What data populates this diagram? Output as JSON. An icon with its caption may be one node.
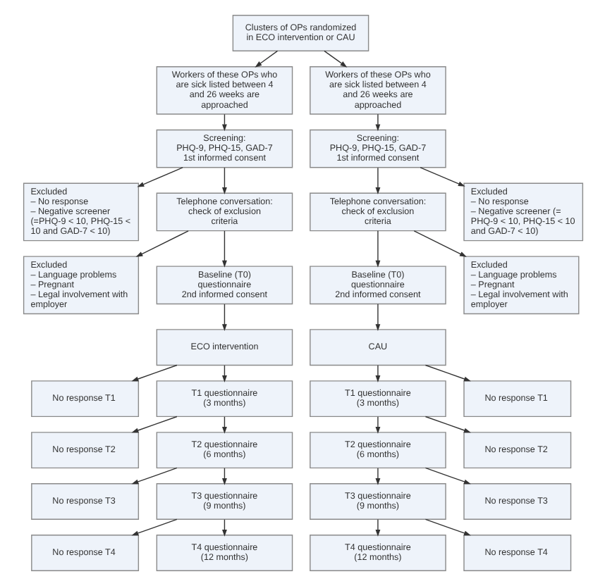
{
  "diagram": {
    "nodes": [
      {
        "text": [
          "Clusters of OPs randomized in ECO intervention or CAU"
        ]
      },
      {
        "text": [
          "Workers of these OPs who are sick listed between 4 and 26 weeks are approached"
        ]
      },
      {
        "text": [
          "Screening:",
          "PHQ-9, PHQ-15, GAD-7",
          "1st informed consent"
        ]
      },
      {
        "text": [
          "Excluded",
          "– No response",
          "– Negative screener (=PHQ-9 < 10, PHQ-15 < 10 and GAD-7 < 10)"
        ]
      },
      {
        "text": [
          "Telephone conversation: check of exclusion criteria"
        ]
      },
      {
        "text": [
          "Excluded",
          "– Language problems",
          "– Pregnant",
          "– Legal involvement with employer"
        ]
      },
      {
        "text": [
          "Baseline (T0) questionnaire",
          "2nd informed consent"
        ]
      },
      {
        "text": [
          "ECO intervention"
        ]
      },
      {
        "text": [
          "No response T1"
        ]
      },
      {
        "text": [
          "T1 questionnaire",
          "(3 months)"
        ]
      },
      {
        "text": [
          "No response T2"
        ]
      },
      {
        "text": [
          "T2 questionnaire",
          "(6 months)"
        ]
      },
      {
        "text": [
          "No response T3"
        ]
      },
      {
        "text": [
          "T3 questionnaire",
          "(9 months)"
        ]
      },
      {
        "text": [
          "No response T4"
        ]
      },
      {
        "text": [
          "T4 questionnaire",
          "(12 months)"
        ]
      },
      {
        "text": [
          "Workers of these OPs who are sick listed between 4 and 26 weeks are approached"
        ]
      },
      {
        "text": [
          "Screening:",
          "PHQ-9, PHQ-15, GAD-7",
          "1st informed consent"
        ]
      },
      {
        "text": [
          "Excluded",
          "– No response",
          "– Negative screener (= PHQ-9 < 10, PHQ-15 < 10 and GAD-7 < 10)"
        ]
      },
      {
        "text": [
          "Telephone conversation: check of exclusion criteria"
        ]
      },
      {
        "text": [
          "Excluded",
          "– Language problems",
          "– Pregnant",
          "– Legal involvement with employer"
        ]
      },
      {
        "text": [
          "Baseline (T0) questionnaire",
          "2nd informed consent"
        ]
      },
      {
        "text": [
          "CAU"
        ]
      },
      {
        "text": [
          "No response T1"
        ]
      },
      {
        "text": [
          "T1 questionnaire",
          "(3 months)"
        ]
      },
      {
        "text": [
          "No response T2"
        ]
      },
      {
        "text": [
          "T2 questionnaire",
          "(6 months)"
        ]
      },
      {
        "text": [
          "No response T3"
        ]
      },
      {
        "text": [
          "T3 questionnaire",
          "(9 months)"
        ]
      },
      {
        "text": [
          "No response T4"
        ]
      },
      {
        "text": [
          "T4 questionnaire",
          "(12 months)"
        ]
      }
    ],
    "edges": [
      {
        "from": 0,
        "to": 1,
        "arrow": "to"
      },
      {
        "from": 0,
        "to": 16,
        "arrow": "to"
      },
      {
        "from": 1,
        "to": 2,
        "arrow": "to"
      },
      {
        "from": 2,
        "to": 4,
        "arrow": "to"
      },
      {
        "from": 2,
        "to": 3,
        "arrow": "to"
      },
      {
        "from": 4,
        "to": 6,
        "arrow": "to"
      },
      {
        "from": 4,
        "to": 5,
        "arrow": "to"
      },
      {
        "from": 6,
        "to": 7,
        "arrow": "to"
      },
      {
        "from": 7,
        "to": 9,
        "arrow": "to"
      },
      {
        "from": 7,
        "to": 8,
        "arrow": "to"
      },
      {
        "from": 9,
        "to": 11,
        "arrow": "to"
      },
      {
        "from": 9,
        "to": 10,
        "arrow": "to"
      },
      {
        "from": 11,
        "to": 13,
        "arrow": "to"
      },
      {
        "from": 11,
        "to": 12,
        "arrow": "to"
      },
      {
        "from": 13,
        "to": 15,
        "arrow": "to"
      },
      {
        "from": 13,
        "to": 14,
        "arrow": "to"
      },
      {
        "from": 16,
        "to": 17,
        "arrow": "to"
      },
      {
        "from": 17,
        "to": 19,
        "arrow": "to"
      },
      {
        "from": 17,
        "to": 18,
        "arrow": "to"
      },
      {
        "from": 19,
        "to": 21,
        "arrow": "to"
      },
      {
        "from": 19,
        "to": 20,
        "arrow": "to"
      },
      {
        "from": 21,
        "to": 22,
        "arrow": "to"
      },
      {
        "from": 22,
        "to": 24,
        "arrow": "to"
      },
      {
        "from": 22,
        "to": 23,
        "arrow": "to"
      },
      {
        "from": 24,
        "to": 26,
        "arrow": "to"
      },
      {
        "from": 24,
        "to": 25,
        "arrow": "to"
      },
      {
        "from": 26,
        "to": 28,
        "arrow": "to"
      },
      {
        "from": 26,
        "to": 27,
        "arrow": "to"
      },
      {
        "from": 28,
        "to": 30,
        "arrow": "to"
      },
      {
        "from": 28,
        "to": 29,
        "arrow": "to"
      }
    ]
  }
}
